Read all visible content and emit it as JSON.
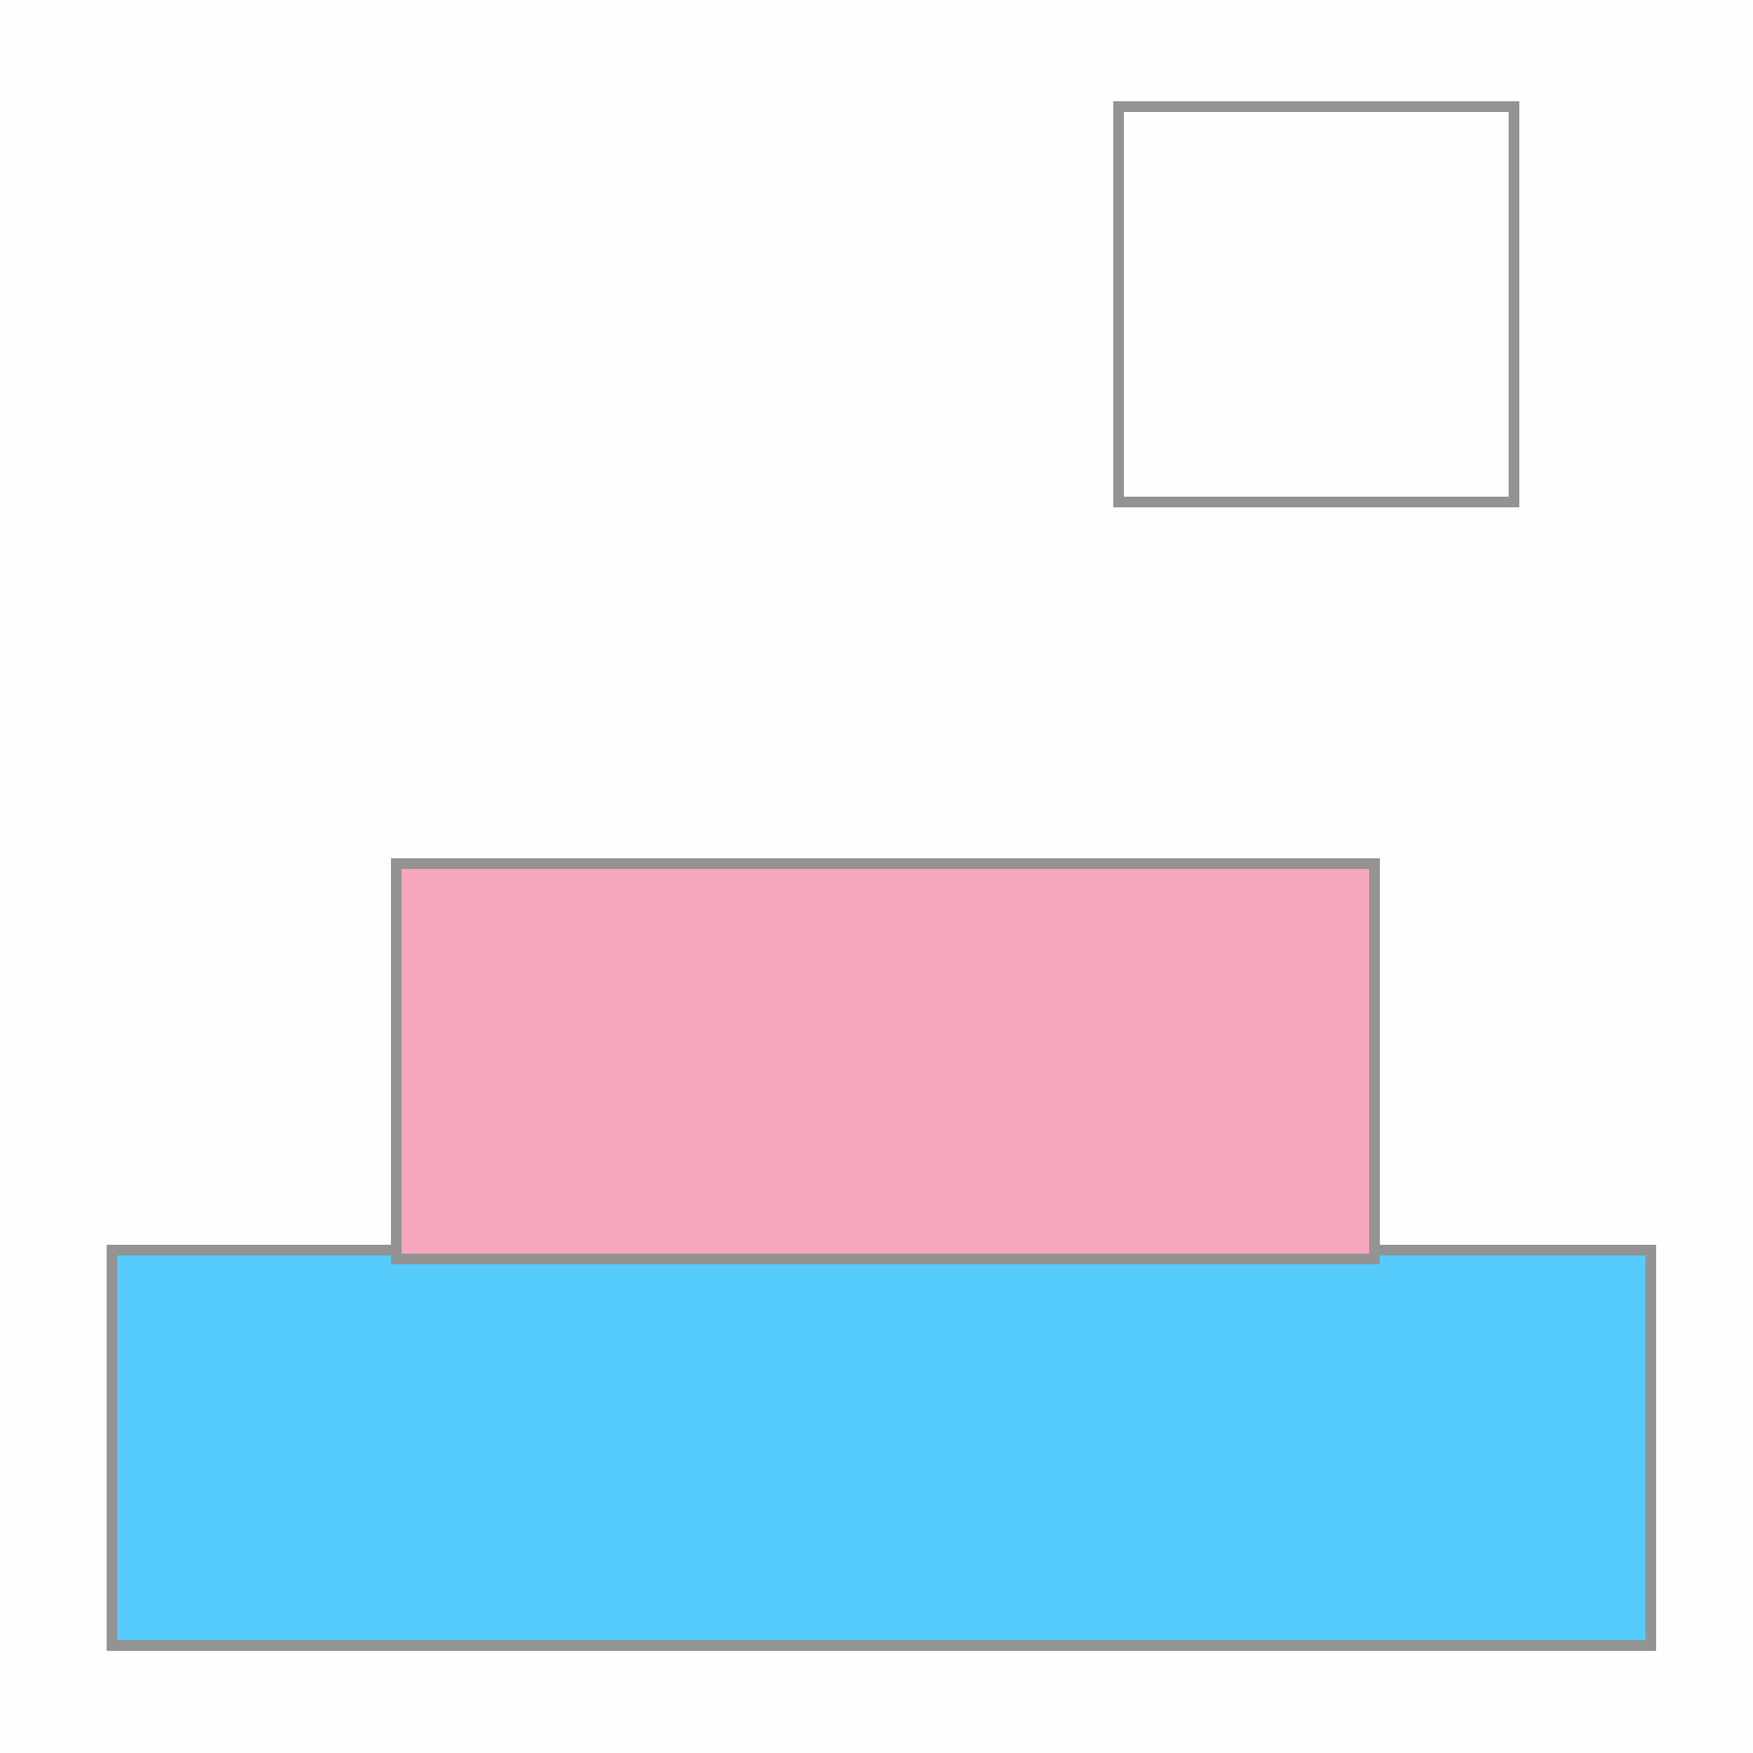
{
  "colors": {
    "background": "#fefefe",
    "outline": "#939393",
    "empty_square_fill": "#fefefe",
    "pink_block_fill": "#f5a8bb",
    "blue_block_fill": "#55cbfb"
  },
  "shapes": [
    {
      "name": "empty-square",
      "fill_key": "empty_square_fill"
    },
    {
      "name": "pink-block",
      "fill_key": "pink_block_fill"
    },
    {
      "name": "blue-block",
      "fill_key": "blue_block_fill"
    }
  ]
}
